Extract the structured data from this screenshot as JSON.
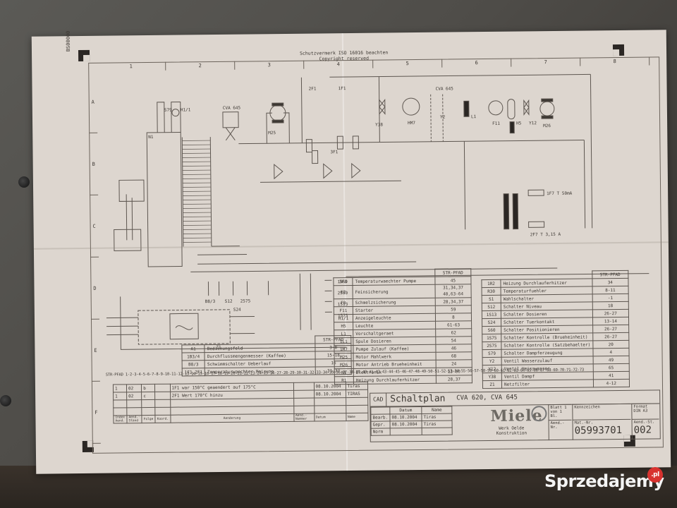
{
  "photo": {
    "subject": "Miele wiring diagram sheet lying on a grey surface",
    "watermark": {
      "text": "Sprzedajemy",
      "suffix": ".pl"
    }
  },
  "sheet": {
    "side_code": "BS00000",
    "header_note": [
      "Schutzvermerk ISO 16016 beachten",
      "Copyright reserved"
    ],
    "columns": [
      "1",
      "2",
      "3",
      "4",
      "5",
      "6",
      "7",
      "8"
    ],
    "rows": [
      "A",
      "B",
      "C",
      "D",
      "E",
      "F"
    ],
    "components": {
      "motor_m25": "M25",
      "motor_m26": "M26",
      "cva645": "CVA 645",
      "y38": "Y38",
      "y2": "Y2",
      "y12": "Y12",
      "l1": "L1",
      "f11": "F11",
      "h5": "H5",
      "m7": "HM7",
      "s79": "S79",
      "h1": "H1/1",
      "ef1": "1F1",
      "ef2": "2F1",
      "ef3": "3F1",
      "n1": "N1",
      "z1": "Z1",
      "s24": "S24",
      "fuse1": "1F7 T 50mA",
      "fuse2": "2F7 T 3,15 A",
      "sw_labels": [
        "B8/3",
        "S12",
        "2575"
      ],
      "sw_group": [
        "1560",
        "2560",
        "1513",
        "1575"
      ]
    },
    "str_line": "STR-PFAD 1-2-3-4-5-6-7-8-9-10-11-12-13-14-15-16-17-18-19-20-21-22-23-24-25-26-27-28-29-30-31-32-33-34-35-36-37-38-39-40-41-42-43-44-45-46-47-48-49-50-51-52-53-54-55-56-57-58-59-60-61-62-63-64-65-66-67-68-69-70-71-72-73",
    "legend_left": {
      "header": "STR-PFAD",
      "rows": [
        {
          "code": "A1",
          "desc": "Bedienungsfeld",
          "path": "3-8"
        },
        {
          "code": "1B3/4",
          "desc": "Durchflussmengenmesser (Kaffee)",
          "path": "15-18"
        },
        {
          "code": "B8/3",
          "desc": "Schwimmschalter Ueberlauf",
          "path": "16"
        },
        {
          "code": "1F1,2F1",
          "desc": "Temperaturwaechter Heizung",
          "path": "31,37"
        }
      ]
    },
    "legend_mid": {
      "header": "STR-PFAD",
      "rows": [
        {
          "code": "3F3",
          "desc": "Temperaturwaechter Pumpe",
          "path": "45"
        },
        {
          "code": "F7",
          "desc": "Feinsicherung",
          "path": "31,34,37 40,63-64"
        },
        {
          "code": "F8",
          "desc": "Schmelzsicherung",
          "path": "28,34,37"
        },
        {
          "code": "F11",
          "desc": "Starter",
          "path": "59"
        },
        {
          "code": "H1/1",
          "desc": "Anzeigeleuchte",
          "path": "8"
        },
        {
          "code": "H5",
          "desc": "Leuchte",
          "path": "61-63"
        },
        {
          "code": "L1",
          "desc": "Vorschaltgeraet",
          "path": "62"
        },
        {
          "code": "1L1",
          "desc": "Spule Dosieren",
          "path": "54"
        },
        {
          "code": "1M7",
          "desc": "Pumpe Zulauf (Kaffee)",
          "path": "46"
        },
        {
          "code": "M25",
          "desc": "Motor Mahlwerk",
          "path": "68"
        },
        {
          "code": "M26",
          "desc": "Motor Antrieb Brueheinheit",
          "path": "24"
        },
        {
          "code": "N1",
          "desc": "Elektronik",
          "path": "13-66"
        },
        {
          "code": "R1",
          "desc": "Heizung Durchlauferhitzer",
          "path": "28,37"
        }
      ]
    },
    "legend_right": {
      "header": "STR-PFAD",
      "rows": [
        {
          "code": "1R2",
          "desc": "Heizung Durchlauferhitzer",
          "path": "34"
        },
        {
          "code": "R30",
          "desc": "Temperaturfuehler",
          "path": "8-11"
        },
        {
          "code": "S1",
          "desc": "Wahlschalter",
          "path": "-1"
        },
        {
          "code": "S12",
          "desc": "Schalter Niveau",
          "path": "18"
        },
        {
          "code": "1S13",
          "desc": "Schalter Dosieren",
          "path": "26-27"
        },
        {
          "code": "S24",
          "desc": "Schalter Tuerkontakt",
          "path": "13-14"
        },
        {
          "code": "S60",
          "desc": "Schalter Positionieren",
          "path": "26-27"
        },
        {
          "code": "1S75",
          "desc": "Schalter Kontrolle (Brueheinheit)",
          "path": "26-27"
        },
        {
          "code": "2S75",
          "desc": "Schalter Kontrolle (Satzbehaelter)",
          "path": "20"
        },
        {
          "code": "S79",
          "desc": "Schalter Dampferzeugung",
          "path": "4"
        },
        {
          "code": "Y2",
          "desc": "Ventil Wasserzulauf",
          "path": "49"
        },
        {
          "code": "Y12",
          "desc": "Ventil Heisswasser",
          "path": "65"
        },
        {
          "code": "Y38",
          "desc": "Ventil Dampf",
          "path": "41"
        },
        {
          "code": "Z1",
          "desc": "Netzfilter",
          "path": "4-12"
        }
      ]
    },
    "revisions": {
      "rows": [
        {
          "idx": "1",
          "stand": "02",
          "folge": "b",
          "text": "1F1 war 150°C geaendert auf 175°C",
          "date": "08.10.2004",
          "name": "Tiras"
        },
        {
          "idx": "1",
          "stand": "02",
          "folge": "c",
          "text": "2F1 Wert 170°C hinzu",
          "date": "08.10.2004",
          "name": "TIRAS"
        }
      ],
      "footer": [
        "Index Aend.",
        "Aend.-Stand",
        "Folge",
        "Koord.",
        "Aenderung",
        "Aend.-Nummer",
        "Datum",
        "Name"
      ]
    },
    "title_block": {
      "cad": "CAD",
      "title": "Schaltplan",
      "models": "CVA 620, CVA 645",
      "col_datum": "Datum",
      "col_name": "Name",
      "rows": [
        {
          "label": "Bearb.",
          "date": "08.10.2004",
          "name": "Tiras"
        },
        {
          "label": "Gepr.",
          "date": "08.10.2004",
          "name": "Tiras"
        },
        {
          "label": "Norm",
          "date": "",
          "name": ""
        }
      ],
      "brand": "Miele",
      "werk": [
        "Werk Oelde",
        "Konstruktion"
      ],
      "blatt": "Blatt 1 von 1 Bl.",
      "kennzeichen": "Kennzeichen",
      "format_label": "Format",
      "format": "DIN A3",
      "aend_nr_label": "Aend.-Nr.",
      "mat_nr_label": "Mat.-Nr.",
      "mat_nr": "05993701",
      "aend_st_label": "Aend.-St.",
      "aend_st": "002"
    }
  }
}
